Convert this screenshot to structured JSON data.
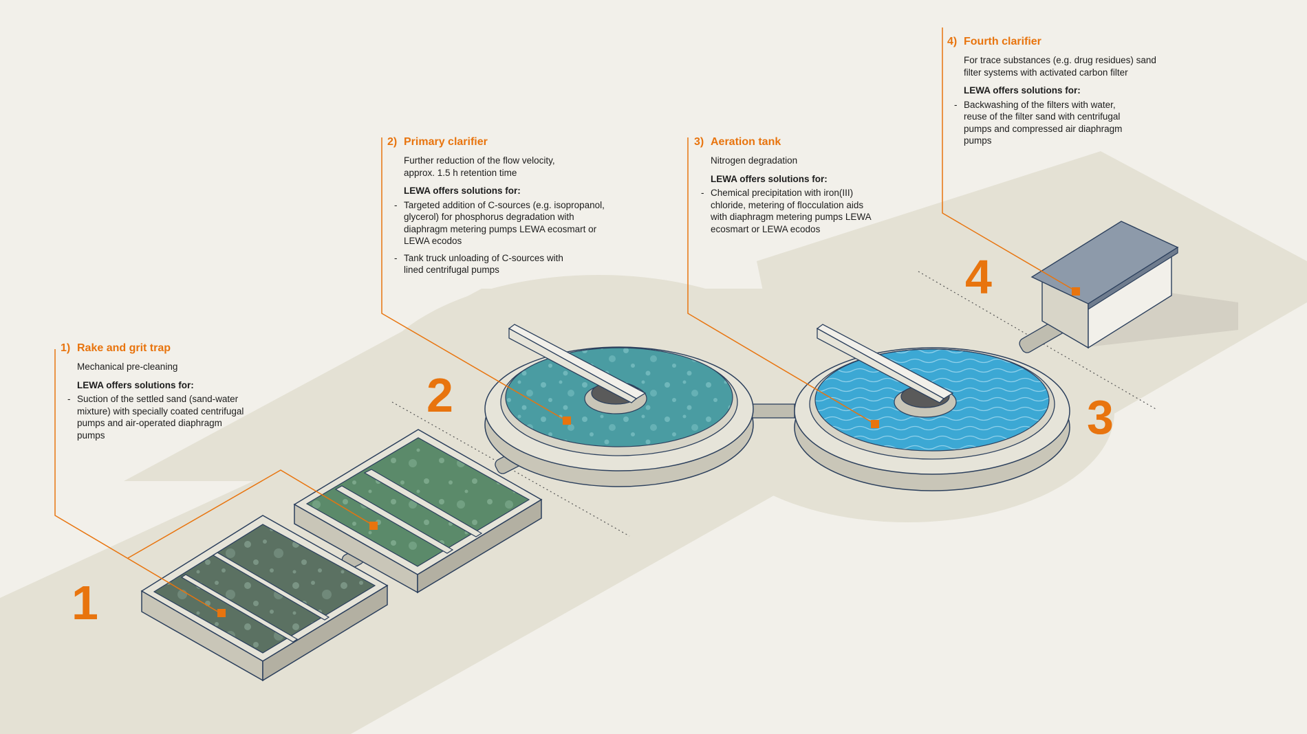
{
  "callouts": [
    {
      "num": "1)",
      "title": "Rake and grit trap",
      "subtitle": "Mechanical pre-cleaning",
      "lewa": "LEWA offers solutions for:",
      "items": [
        "Suction of the settled sand (sand-water mixture) with specially coated centrifugal pumps and air-operated diaphragm pumps"
      ]
    },
    {
      "num": "2)",
      "title": "Primary clarifier",
      "subtitle": "Further reduction of the flow velocity, approx. 1.5 h retention time",
      "lewa": "LEWA offers solutions for:",
      "items": [
        "Targeted addition of C-sources (e.g. isopropanol, glycerol) for phosphorus degradation with diaphragm metering pumps LEWA ecosmart or LEWA ecodos",
        "Tank truck unloading of C-sources with lined centrifugal pumps"
      ]
    },
    {
      "num": "3)",
      "title": "Aeration tank",
      "subtitle": "Nitrogen degradation",
      "lewa": "LEWA offers solutions for:",
      "items": [
        "Chemical precipitation with iron(III) chloride, metering of flocculation aids with diaphragm metering pumps LEWA ecosmart or LEWA ecodos"
      ]
    },
    {
      "num": "4)",
      "title": "Fourth clarifier",
      "subtitle": "For trace substances (e.g. drug residues) sand filter systems with activated carbon filter",
      "lewa": "LEWA offers solutions for:",
      "items": [
        "Backwashing of the filters with water, reuse of the filter sand with centrifugal pumps and compressed air diaphragm pumps"
      ]
    }
  ],
  "stage_numbers": [
    "1",
    "2",
    "3",
    "4"
  ],
  "colors": {
    "accent": "#e8740e",
    "background": "#f2f0ea",
    "ground": "#e4e1d4",
    "outline": "#2b3f5c",
    "primary_water": "#4a9ca2",
    "aeration_water": "#3ca8d4",
    "grit_water": "#5f7a68"
  }
}
